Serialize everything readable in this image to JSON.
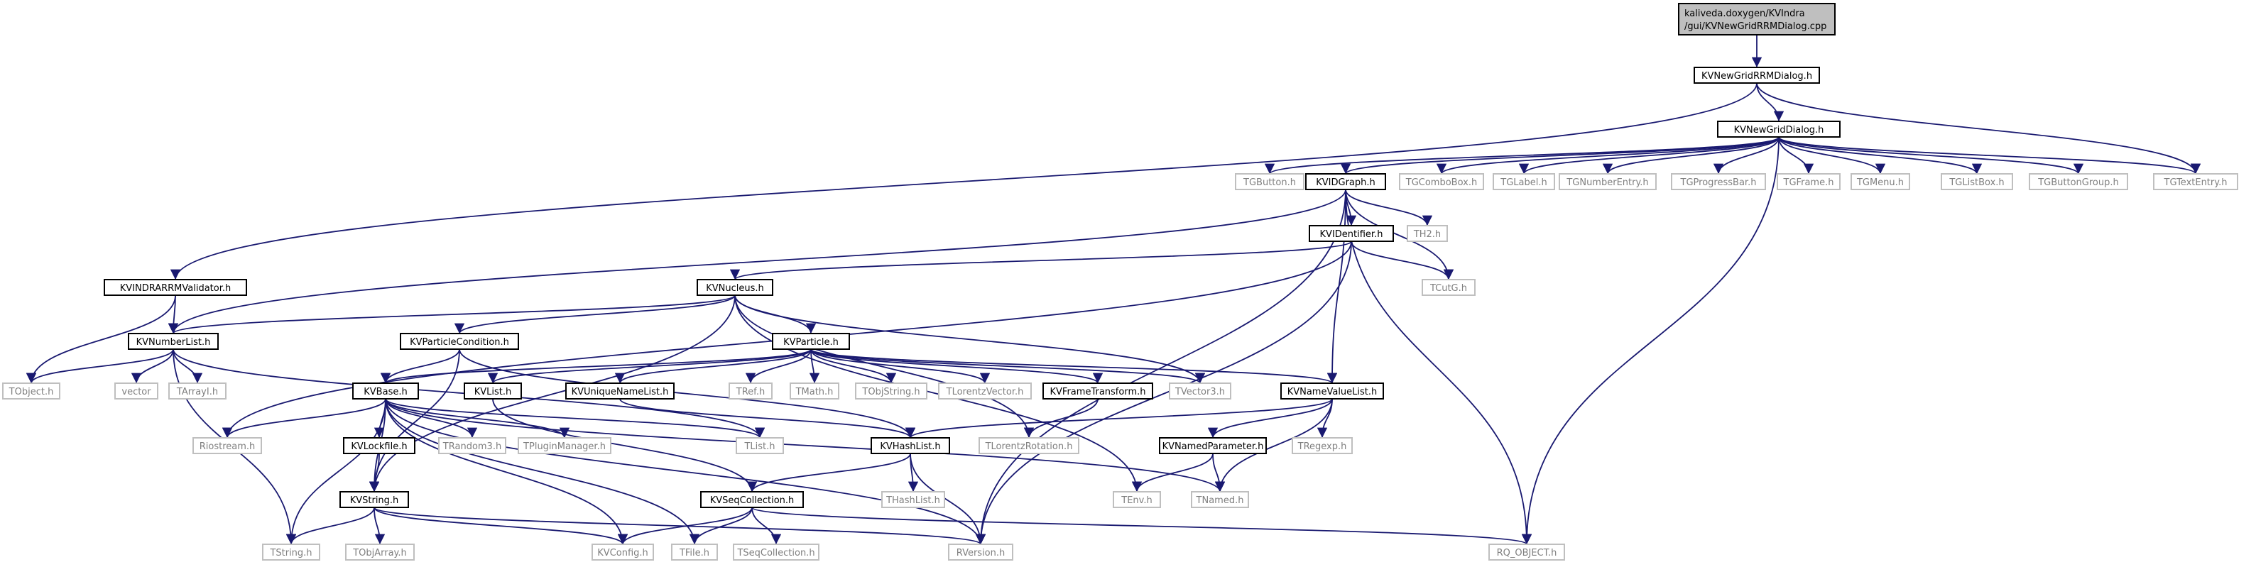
{
  "colors": {
    "edge": "#191970",
    "box_border": "#000000",
    "box_fill": "#ffffff",
    "external_border": "#bfbfbf",
    "external_text": "#7f7f7f",
    "root_fill": "#bfbfbf",
    "text": "#000000"
  },
  "root": {
    "line1": "kaliveda.doxygen/KVIndra",
    "line2": "/gui/KVNewGridRRMDialog.cpp"
  },
  "nodes": [
    {
      "id": "root",
      "label": "kaliveda.doxygen/KVIndra/gui/KVNewGridRRMDialog.cpp",
      "kind": "root"
    },
    {
      "id": "KVNewGridRRMDialog_h",
      "label": "KVNewGridRRMDialog.h",
      "kind": "documented"
    },
    {
      "id": "KVNewGridDialog_h",
      "label": "KVNewGridDialog.h",
      "kind": "documented"
    },
    {
      "id": "TGButton_h",
      "label": "TGButton.h",
      "kind": "external"
    },
    {
      "id": "KVIDGraph_h",
      "label": "KVIDGraph.h",
      "kind": "documented"
    },
    {
      "id": "TGComboBox_h",
      "label": "TGComboBox.h",
      "kind": "external"
    },
    {
      "id": "TGLabel_h",
      "label": "TGLabel.h",
      "kind": "external"
    },
    {
      "id": "TGNumberEntry_h",
      "label": "TGNumberEntry.h",
      "kind": "external"
    },
    {
      "id": "TGProgressBar_h",
      "label": "TGProgressBar.h",
      "kind": "external"
    },
    {
      "id": "TGFrame_h",
      "label": "TGFrame.h",
      "kind": "external"
    },
    {
      "id": "TGMenu_h",
      "label": "TGMenu.h",
      "kind": "external"
    },
    {
      "id": "TGListBox_h",
      "label": "TGListBox.h",
      "kind": "external"
    },
    {
      "id": "TGButtonGroup_h",
      "label": "TGButtonGroup.h",
      "kind": "external"
    },
    {
      "id": "TGTextEntry_h",
      "label": "TGTextEntry.h",
      "kind": "external"
    },
    {
      "id": "KVIDentifier_h",
      "label": "KVIDentifier.h",
      "kind": "documented"
    },
    {
      "id": "TH2_h",
      "label": "TH2.h",
      "kind": "external"
    },
    {
      "id": "KVINDRARRMValidator_h",
      "label": "KVINDRARRMValidator.h",
      "kind": "documented"
    },
    {
      "id": "KVNucleus_h",
      "label": "KVNucleus.h",
      "kind": "documented"
    },
    {
      "id": "TCutG_h",
      "label": "TCutG.h",
      "kind": "external"
    },
    {
      "id": "KVNumberList_h",
      "label": "KVNumberList.h",
      "kind": "documented"
    },
    {
      "id": "KVParticleCondition_h",
      "label": "KVParticleCondition.h",
      "kind": "documented"
    },
    {
      "id": "KVParticle_h",
      "label": "KVParticle.h",
      "kind": "documented"
    },
    {
      "id": "TObject_h",
      "label": "TObject.h",
      "kind": "external"
    },
    {
      "id": "vector",
      "label": "vector",
      "kind": "external"
    },
    {
      "id": "TArrayI_h",
      "label": "TArrayI.h",
      "kind": "external"
    },
    {
      "id": "KVBase_h",
      "label": "KVBase.h",
      "kind": "documented"
    },
    {
      "id": "KVList_h",
      "label": "KVList.h",
      "kind": "documented"
    },
    {
      "id": "KVUniqueNameList_h",
      "label": "KVUniqueNameList.h",
      "kind": "documented"
    },
    {
      "id": "TRef_h",
      "label": "TRef.h",
      "kind": "external"
    },
    {
      "id": "TMath_h",
      "label": "TMath.h",
      "kind": "external"
    },
    {
      "id": "TObjString_h",
      "label": "TObjString.h",
      "kind": "external"
    },
    {
      "id": "TLorentzVector_h",
      "label": "TLorentzVector.h",
      "kind": "external"
    },
    {
      "id": "KVFrameTransform_h",
      "label": "KVFrameTransform.h",
      "kind": "documented"
    },
    {
      "id": "TVector3_h",
      "label": "TVector3.h",
      "kind": "external"
    },
    {
      "id": "KVNameValueList_h",
      "label": "KVNameValueList.h",
      "kind": "documented"
    },
    {
      "id": "Riostream_h",
      "label": "Riostream.h",
      "kind": "external"
    },
    {
      "id": "KVLockfile_h",
      "label": "KVLockfile.h",
      "kind": "documented"
    },
    {
      "id": "TRandom3_h",
      "label": "TRandom3.h",
      "kind": "external"
    },
    {
      "id": "TPluginManager_h",
      "label": "TPluginManager.h",
      "kind": "external"
    },
    {
      "id": "TList_h",
      "label": "TList.h",
      "kind": "external"
    },
    {
      "id": "KVHashList_h",
      "label": "KVHashList.h",
      "kind": "documented"
    },
    {
      "id": "TLorentzRotation_h",
      "label": "TLorentzRotation.h",
      "kind": "external"
    },
    {
      "id": "TRegexp_h",
      "label": "TRegexp.h",
      "kind": "external"
    },
    {
      "id": "KVNamedParameter_h",
      "label": "KVNamedParameter.h",
      "kind": "documented"
    },
    {
      "id": "KVString_h",
      "label": "KVString.h",
      "kind": "documented"
    },
    {
      "id": "KVSeqCollection_h",
      "label": "KVSeqCollection.h",
      "kind": "documented"
    },
    {
      "id": "THashList_h",
      "label": "THashList.h",
      "kind": "external"
    },
    {
      "id": "TEnv_h",
      "label": "TEnv.h",
      "kind": "external"
    },
    {
      "id": "TNamed_h",
      "label": "TNamed.h",
      "kind": "external"
    },
    {
      "id": "TString_h",
      "label": "TString.h",
      "kind": "external"
    },
    {
      "id": "TObjArray_h",
      "label": "TObjArray.h",
      "kind": "external"
    },
    {
      "id": "KVConfig_h",
      "label": "KVConfig.h",
      "kind": "external"
    },
    {
      "id": "TFile_h",
      "label": "TFile.h",
      "kind": "external"
    },
    {
      "id": "TSeqCollection_h",
      "label": "TSeqCollection.h",
      "kind": "external"
    },
    {
      "id": "RVersion_h",
      "label": "RVersion.h",
      "kind": "external"
    },
    {
      "id": "RQ_OBJECT_h",
      "label": "RQ_OBJECT.h",
      "kind": "external"
    }
  ],
  "edges": [
    [
      "root",
      "KVNewGridRRMDialog_h"
    ],
    [
      "KVNewGridRRMDialog_h",
      "KVNewGridDialog_h"
    ],
    [
      "KVNewGridRRMDialog_h",
      "KVINDRARRMValidator_h"
    ],
    [
      "KVNewGridRRMDialog_h",
      "TGTextEntry_h"
    ],
    [
      "KVNewGridDialog_h",
      "TGButton_h"
    ],
    [
      "KVNewGridDialog_h",
      "KVIDGraph_h"
    ],
    [
      "KVNewGridDialog_h",
      "TGComboBox_h"
    ],
    [
      "KVNewGridDialog_h",
      "TGLabel_h"
    ],
    [
      "KVNewGridDialog_h",
      "TGNumberEntry_h"
    ],
    [
      "KVNewGridDialog_h",
      "TGProgressBar_h"
    ],
    [
      "KVNewGridDialog_h",
      "TGFrame_h"
    ],
    [
      "KVNewGridDialog_h",
      "TGMenu_h"
    ],
    [
      "KVNewGridDialog_h",
      "TGListBox_h"
    ],
    [
      "KVNewGridDialog_h",
      "TGButtonGroup_h"
    ],
    [
      "KVNewGridDialog_h",
      "TGTextEntry_h"
    ],
    [
      "KVNewGridDialog_h",
      "RQ_OBJECT_h"
    ],
    [
      "KVIDGraph_h",
      "KVIDentifier_h"
    ],
    [
      "KVIDGraph_h",
      "TH2_h"
    ],
    [
      "KVIDGraph_h",
      "TCutG_h"
    ],
    [
      "KVIDGraph_h",
      "KVNumberList_h"
    ],
    [
      "KVIDGraph_h",
      "KVNameValueList_h"
    ],
    [
      "KVIDGraph_h",
      "RVersion_h"
    ],
    [
      "KVIDGraph_h",
      "RQ_OBJECT_h"
    ],
    [
      "KVIDentifier_h",
      "KVNucleus_h"
    ],
    [
      "KVIDentifier_h",
      "TCutG_h"
    ],
    [
      "KVIDentifier_h",
      "Riostream_h"
    ],
    [
      "KVIDentifier_h",
      "RVersion_h"
    ],
    [
      "KVINDRARRMValidator_h",
      "KVNumberList_h"
    ],
    [
      "KVINDRARRMValidator_h",
      "TObject_h"
    ],
    [
      "KVNucleus_h",
      "KVNumberList_h"
    ],
    [
      "KVNucleus_h",
      "KVParticleCondition_h"
    ],
    [
      "KVNucleus_h",
      "KVParticle_h"
    ],
    [
      "KVNucleus_h",
      "TVector3_h"
    ],
    [
      "KVNucleus_h",
      "KVString_h"
    ],
    [
      "KVNucleus_h",
      "TLorentzRotation_h"
    ],
    [
      "KVNucleus_h",
      "TEnv_h"
    ],
    [
      "KVNumberList_h",
      "TObject_h"
    ],
    [
      "KVNumberList_h",
      "vector"
    ],
    [
      "KVNumberList_h",
      "TArrayI_h"
    ],
    [
      "KVNumberList_h",
      "TString_h"
    ],
    [
      "KVNumberList_h",
      "TList_h"
    ],
    [
      "KVParticleCondition_h",
      "KVBase_h"
    ],
    [
      "KVParticleCondition_h",
      "KVString_h"
    ],
    [
      "KVParticleCondition_h",
      "KVHashList_h"
    ],
    [
      "KVParticle_h",
      "KVBase_h"
    ],
    [
      "KVParticle_h",
      "KVList_h"
    ],
    [
      "KVParticle_h",
      "KVUniqueNameList_h"
    ],
    [
      "KVParticle_h",
      "TRef_h"
    ],
    [
      "KVParticle_h",
      "TMath_h"
    ],
    [
      "KVParticle_h",
      "TObjString_h"
    ],
    [
      "KVParticle_h",
      "TLorentzVector_h"
    ],
    [
      "KVParticle_h",
      "KVFrameTransform_h"
    ],
    [
      "KVParticle_h",
      "TVector3_h"
    ],
    [
      "KVParticle_h",
      "KVNameValueList_h"
    ],
    [
      "KVBase_h",
      "Riostream_h"
    ],
    [
      "KVBase_h",
      "KVLockfile_h"
    ],
    [
      "KVBase_h",
      "TRandom3_h"
    ],
    [
      "KVBase_h",
      "TPluginManager_h"
    ],
    [
      "KVBase_h",
      "TList_h"
    ],
    [
      "KVBase_h",
      "TNamed_h"
    ],
    [
      "KVBase_h",
      "TString_h"
    ],
    [
      "KVBase_h",
      "KVConfig_h"
    ],
    [
      "KVBase_h",
      "TFile_h"
    ],
    [
      "KVBase_h",
      "RVersion_h"
    ],
    [
      "KVBase_h",
      "KVString_h"
    ],
    [
      "KVList_h",
      "KVSeqCollection_h"
    ],
    [
      "KVUniqueNameList_h",
      "KVHashList_h"
    ],
    [
      "KVFrameTransform_h",
      "TLorentzRotation_h"
    ],
    [
      "KVNameValueList_h",
      "KVHashList_h"
    ],
    [
      "KVNameValueList_h",
      "KVNamedParameter_h"
    ],
    [
      "KVNameValueList_h",
      "TRegexp_h"
    ],
    [
      "KVNameValueList_h",
      "TNamed_h"
    ],
    [
      "KVLockfile_h",
      "KVString_h"
    ],
    [
      "KVHashList_h",
      "KVSeqCollection_h"
    ],
    [
      "KVHashList_h",
      "THashList_h"
    ],
    [
      "KVHashList_h",
      "RVersion_h"
    ],
    [
      "KVNamedParameter_h",
      "TEnv_h"
    ],
    [
      "KVNamedParameter_h",
      "TNamed_h"
    ],
    [
      "KVString_h",
      "TString_h"
    ],
    [
      "KVString_h",
      "TObjArray_h"
    ],
    [
      "KVString_h",
      "KVConfig_h"
    ],
    [
      "KVString_h",
      "RVersion_h"
    ],
    [
      "KVSeqCollection_h",
      "KVConfig_h"
    ],
    [
      "KVSeqCollection_h",
      "TFile_h"
    ],
    [
      "KVSeqCollection_h",
      "TSeqCollection_h"
    ],
    [
      "KVSeqCollection_h",
      "RQ_OBJECT_h"
    ]
  ]
}
